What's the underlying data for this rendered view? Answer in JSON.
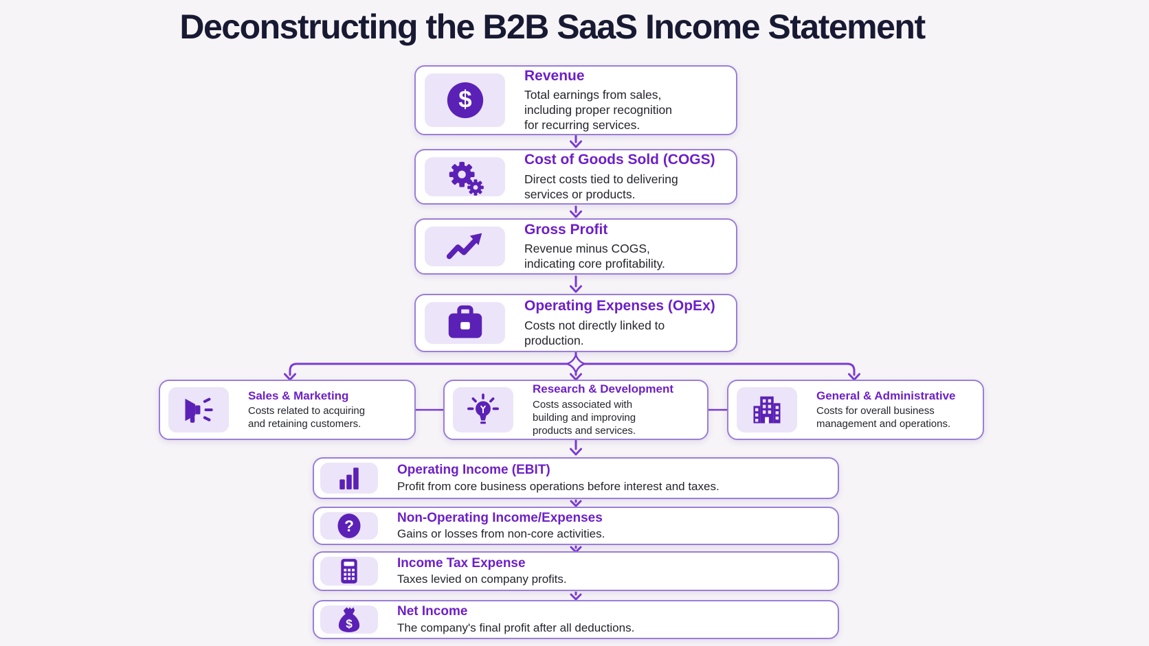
{
  "page": {
    "title": "Deconstructing the B2B SaaS Income Statement"
  },
  "colors": {
    "background": "#f6f4f7",
    "box_background": "#ffffff",
    "box_border": "#9a7ed6",
    "icon_tile": "#ece4f8",
    "icon_purple": "#5b21b6",
    "node_title_purple": "#6d1fc8",
    "body_text": "#23242c",
    "connector_purple": "#7a3bd6",
    "page_title_text": "#181a33"
  },
  "icons": {
    "dollar": "$",
    "question": "?"
  },
  "flow": {
    "main": [
      {
        "icon": "dollar-circle-icon",
        "title": "Revenue",
        "description": "Total earnings from sales, including proper recognition for recurring services."
      },
      {
        "icon": "gears-icon",
        "title": "Cost of Goods Sold (COGS)",
        "description": "Direct costs tied to delivering services or products."
      },
      {
        "icon": "trend-up-icon",
        "title": "Gross Profit",
        "description": "Revenue minus COGS, indicating core profitability."
      },
      {
        "icon": "briefcase-icon",
        "title": "Operating Expenses (OpEx)",
        "description": "Costs not directly linked to production."
      }
    ],
    "branches": [
      {
        "icon": "megaphone-icon",
        "title": "Sales & Marketing",
        "description": "Costs related to acquiring and retaining customers."
      },
      {
        "icon": "lightbulb-icon",
        "title": "Research & Development",
        "description": "Costs associated with building and improving products and services."
      },
      {
        "icon": "building-icon",
        "title": "General & Administrative",
        "description": "Costs for overall business management and operations."
      }
    ],
    "bottom": [
      {
        "icon": "bar-chart-icon",
        "title": "Operating Income (EBIT)",
        "description": "Profit from core business operations before interest and taxes."
      },
      {
        "icon": "question-icon",
        "title": "Non-Operating Income/Expenses",
        "description": "Gains or losses from non-core activities."
      },
      {
        "icon": "calculator-icon",
        "title": "Income Tax Expense",
        "description": "Taxes levied on company profits."
      },
      {
        "icon": "money-bag-icon",
        "title": "Net Income",
        "description": "The company's final profit after all deductions."
      }
    ]
  }
}
